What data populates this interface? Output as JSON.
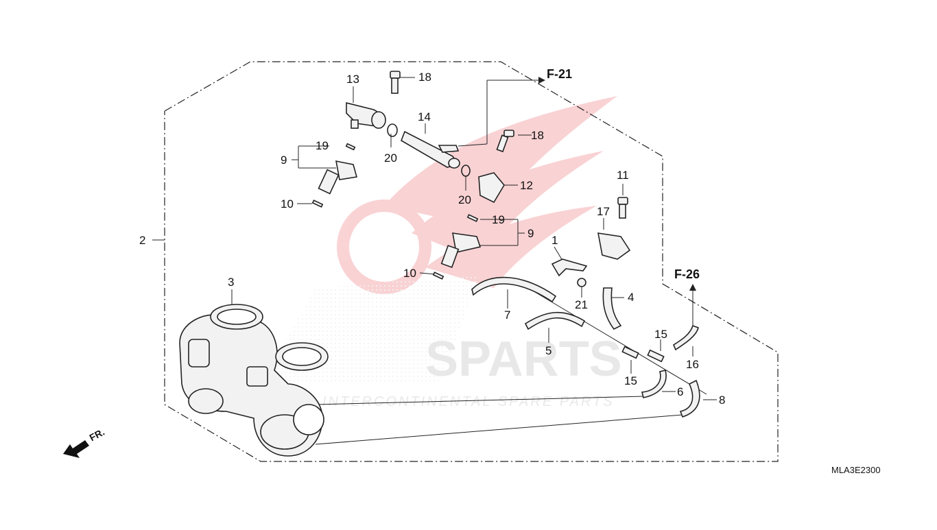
{
  "drawing_code": "MLA3E2300",
  "front_marker": "FR.",
  "watermark": {
    "brand": "SPARTS",
    "tagline": "INTERCONTINENTAL SPARE PARTS",
    "color": "#e8393f"
  },
  "references": [
    {
      "id": "ref-f21",
      "text": "F-21"
    },
    {
      "id": "ref-f26",
      "text": "F-26"
    }
  ],
  "callouts": [
    {
      "id": "1",
      "text": "1"
    },
    {
      "id": "2",
      "text": "2"
    },
    {
      "id": "3",
      "text": "3"
    },
    {
      "id": "4",
      "text": "4"
    },
    {
      "id": "5",
      "text": "5"
    },
    {
      "id": "6",
      "text": "6"
    },
    {
      "id": "7",
      "text": "7"
    },
    {
      "id": "8",
      "text": "8"
    },
    {
      "id": "9a",
      "text": "9"
    },
    {
      "id": "9b",
      "text": "9"
    },
    {
      "id": "10a",
      "text": "10"
    },
    {
      "id": "10b",
      "text": "10"
    },
    {
      "id": "11",
      "text": "11"
    },
    {
      "id": "12",
      "text": "12"
    },
    {
      "id": "13",
      "text": "13"
    },
    {
      "id": "14",
      "text": "14"
    },
    {
      "id": "15a",
      "text": "15"
    },
    {
      "id": "15b",
      "text": "15"
    },
    {
      "id": "16",
      "text": "16"
    },
    {
      "id": "17",
      "text": "17"
    },
    {
      "id": "18a",
      "text": "18"
    },
    {
      "id": "18b",
      "text": "18"
    },
    {
      "id": "19a",
      "text": "19"
    },
    {
      "id": "19b",
      "text": "19"
    },
    {
      "id": "20a",
      "text": "20"
    },
    {
      "id": "20b",
      "text": "20"
    },
    {
      "id": "21",
      "text": "21"
    }
  ]
}
